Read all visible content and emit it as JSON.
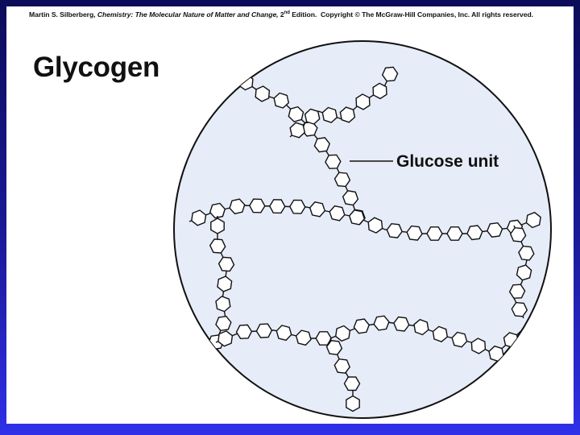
{
  "credit": {
    "author": "Martin S. Silberberg,",
    "book_title": "Chemistry: The Molecular Nature of Matter and Change,",
    "edition_num": "2",
    "edition_sup": "nd",
    "edition_rest": "Edition.",
    "copyright": "Copyright © The McGraw-Hill Companies, Inc. All rights reserved."
  },
  "title": "Glycogen",
  "labels": {
    "glucose_unit": "Glucose unit"
  },
  "colors": {
    "circle_fill": "#e6ecf8",
    "ring_fill": "#ffffff",
    "stroke": "#111111",
    "background_top": "#0c0c5a",
    "background_bottom": "#3030e8"
  }
}
